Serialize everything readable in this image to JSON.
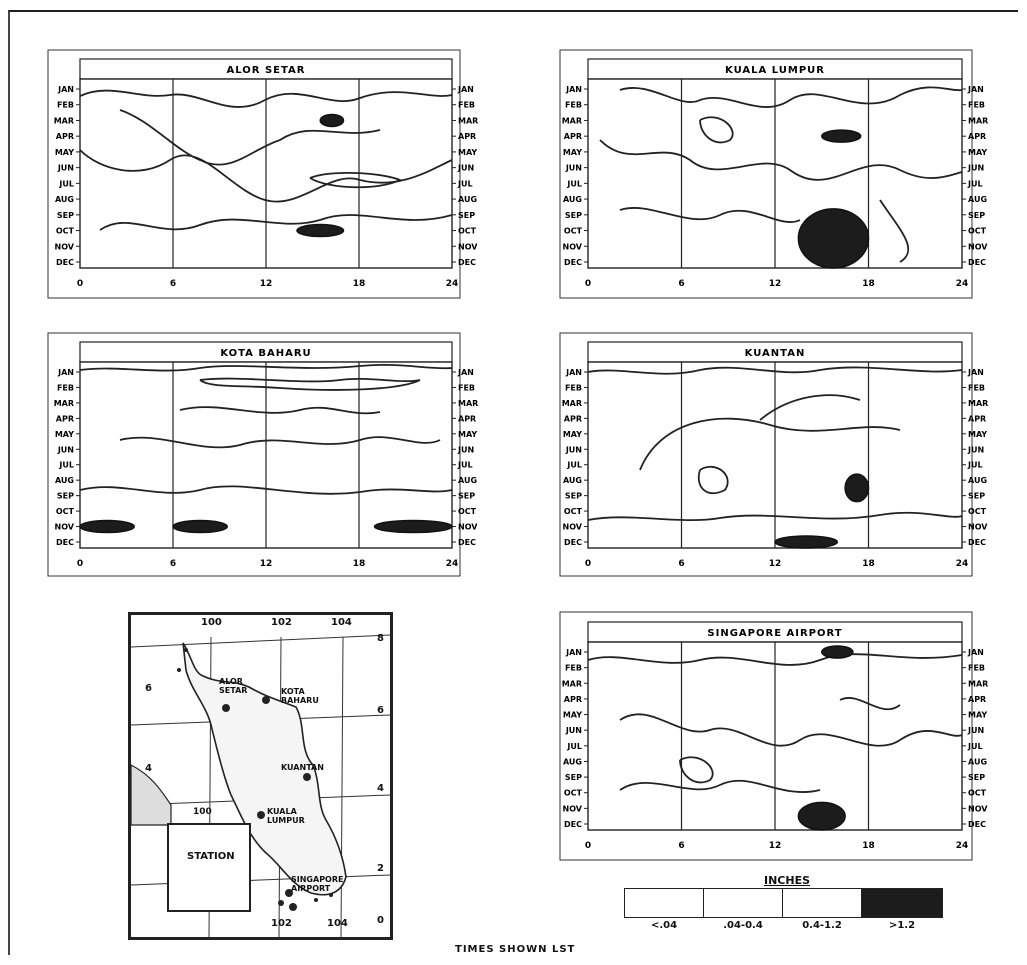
{
  "footer": "TIMES SHOWN LST",
  "legend": {
    "title": "INCHES",
    "classes": [
      "<.04",
      ".04-0.4",
      "0.4-1.2",
      ">1.2"
    ]
  },
  "map": {
    "top_longitudes": [
      "100",
      "102",
      "104"
    ],
    "bottom_longitudes": [
      "102",
      "104"
    ],
    "left_latitudes": [
      "6",
      "4"
    ],
    "right_latitudes": [
      "8",
      "6",
      "4",
      "2",
      "0"
    ],
    "inner_label": "100",
    "station_legend": "STATION",
    "stations": [
      {
        "name": "ALOR",
        "name2": "SETAR"
      },
      {
        "name": "KOTA",
        "name2": "BAHARU"
      },
      {
        "name": "KUANTAN",
        "name2": ""
      },
      {
        "name": "KUALA",
        "name2": "LUMPUR"
      },
      {
        "name": "SINGAPORE",
        "name2": "AIRPORT"
      }
    ]
  },
  "chart_data": [
    {
      "type": "heatmap",
      "title": "ALOR SETAR",
      "x_ticks": [
        "0",
        "6",
        "12",
        "18",
        "24"
      ],
      "y_months": [
        "JAN",
        "FEB",
        "MAR",
        "APR",
        "MAY",
        "JUN",
        "JUL",
        "AUG",
        "SEP",
        "OCT",
        "NOV",
        "DEC"
      ],
      "legend_classes": [
        "<.04",
        ".04-0.4",
        "0.4-1.2",
        ">1.2"
      ],
      "heavy_regions": [
        {
          "month": "OCT",
          "hour_start": 14,
          "hour_end": 17
        },
        {
          "month": "MAR",
          "hour_start": 15.5,
          "hour_end": 17
        }
      ]
    },
    {
      "type": "heatmap",
      "title": "KUALA LUMPUR",
      "x_ticks": [
        "0",
        "6",
        "12",
        "18",
        "24"
      ],
      "y_months": [
        "JAN",
        "FEB",
        "MAR",
        "APR",
        "MAY",
        "JUN",
        "JUL",
        "AUG",
        "SEP",
        "OCT",
        "NOV",
        "DEC"
      ],
      "legend_classes": [
        "<.04",
        ".04-0.4",
        "0.4-1.2",
        ">1.2"
      ],
      "heavy_regions": [
        {
          "month": "APR",
          "hour_start": 15,
          "hour_end": 17.5
        },
        {
          "month": "SEP-DEC",
          "hour_start": 13.5,
          "hour_end": 18
        }
      ]
    },
    {
      "type": "heatmap",
      "title": "KOTA BAHARU",
      "x_ticks": [
        "0",
        "6",
        "12",
        "18",
        "24"
      ],
      "y_months": [
        "JAN",
        "FEB",
        "MAR",
        "APR",
        "MAY",
        "JUN",
        "JUL",
        "AUG",
        "SEP",
        "OCT",
        "NOV",
        "DEC"
      ],
      "legend_classes": [
        "<.04",
        ".04-0.4",
        "0.4-1.2",
        ">1.2"
      ],
      "heavy_regions": [
        {
          "month": "NOV",
          "hour_start": 0,
          "hour_end": 3.5
        },
        {
          "month": "NOV",
          "hour_start": 6,
          "hour_end": 9.5
        },
        {
          "month": "NOV",
          "hour_start": 19,
          "hour_end": 24
        }
      ]
    },
    {
      "type": "heatmap",
      "title": "KUANTAN",
      "x_ticks": [
        "0",
        "6",
        "12",
        "18",
        "24"
      ],
      "y_months": [
        "JAN",
        "FEB",
        "MAR",
        "APR",
        "MAY",
        "JUN",
        "JUL",
        "AUG",
        "SEP",
        "OCT",
        "NOV",
        "DEC"
      ],
      "legend_classes": [
        "<.04",
        ".04-0.4",
        "0.4-1.2",
        ">1.2"
      ],
      "heavy_regions": [
        {
          "month": "DEC",
          "hour_start": 12,
          "hour_end": 16
        },
        {
          "month": "AUG-SEP",
          "hour_start": 16.5,
          "hour_end": 18
        }
      ]
    },
    {
      "type": "heatmap",
      "title": "SINGAPORE AIRPORT",
      "x_ticks": [
        "0",
        "6",
        "12",
        "18",
        "24"
      ],
      "y_months": [
        "JAN",
        "FEB",
        "MAR",
        "APR",
        "MAY",
        "JUN",
        "JUL",
        "AUG",
        "SEP",
        "OCT",
        "NOV",
        "DEC"
      ],
      "legend_classes": [
        "<.04",
        ".04-0.4",
        "0.4-1.2",
        ">1.2"
      ],
      "heavy_regions": [
        {
          "month": "NOV-DEC",
          "hour_start": 13.5,
          "hour_end": 16.5
        },
        {
          "month": "JAN",
          "hour_start": 15,
          "hour_end": 17
        }
      ]
    }
  ]
}
